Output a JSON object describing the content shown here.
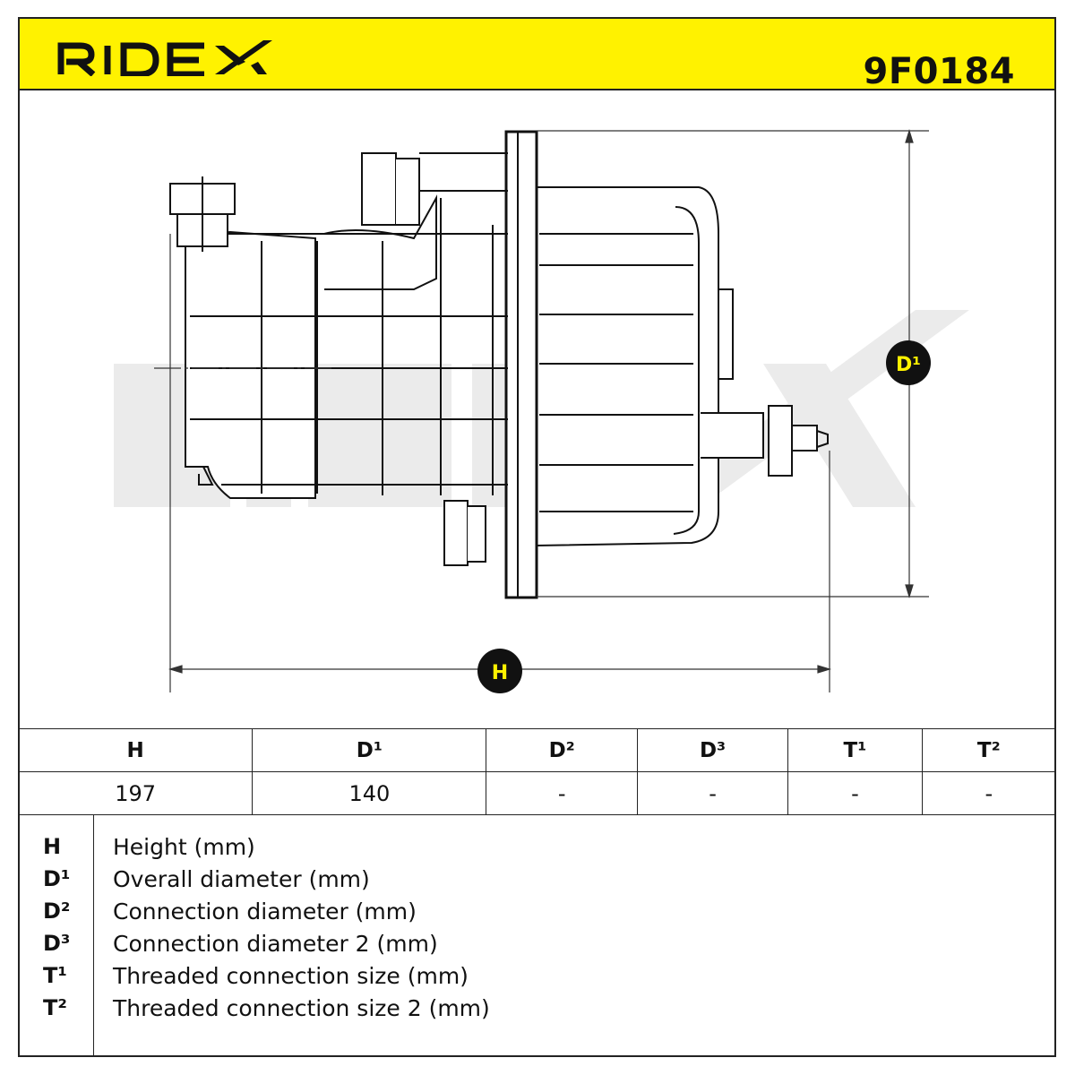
{
  "brand": {
    "name": "RIDEX",
    "bar_color": "#fff200"
  },
  "part_number": "9F0184",
  "dimension_markers": {
    "d1": "D¹",
    "h": "H"
  },
  "spec_table": {
    "headers": [
      "H",
      "D¹",
      "D²",
      "D³",
      "T¹",
      "T²"
    ],
    "values": [
      "197",
      "140",
      "-",
      "-",
      "-",
      "-"
    ]
  },
  "legend": [
    {
      "symbol": "H",
      "description": "Height (mm)"
    },
    {
      "symbol": "D¹",
      "description": "Overall diameter (mm)"
    },
    {
      "symbol": "D²",
      "description": "Connection diameter (mm)"
    },
    {
      "symbol": "D³",
      "description": "Connection diameter 2 (mm)"
    },
    {
      "symbol": "T¹",
      "description": "Threaded connection size (mm)"
    },
    {
      "symbol": "T²",
      "description": "Threaded connection size 2 (mm)"
    }
  ]
}
